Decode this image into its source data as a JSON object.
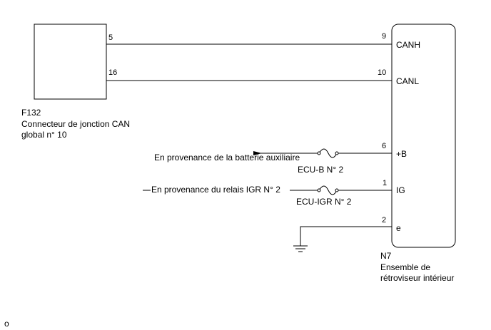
{
  "left_component": {
    "id": "F132",
    "name_line1": "Connecteur de jonction CAN",
    "name_line2": "global n° 10",
    "pins": {
      "canh": "5",
      "canl": "16"
    }
  },
  "right_component": {
    "id": "N7",
    "name_line1": "Ensemble de",
    "name_line2": "rétroviseur intérieur",
    "pins": [
      {
        "number": "9",
        "label": "CANH"
      },
      {
        "number": "10",
        "label": "CANL"
      },
      {
        "number": "6",
        "label": "+B"
      },
      {
        "number": "1",
        "label": "IG"
      },
      {
        "number": "2",
        "label": "e"
      }
    ]
  },
  "sources": {
    "battery": "En provenance de la batterie auxiliaire",
    "relay": "En provenance du relais IGR N° 2"
  },
  "fuses": {
    "b": "ECU-B N° 2",
    "igr": "ECU-IGR N° 2"
  },
  "footer_mark": "o"
}
